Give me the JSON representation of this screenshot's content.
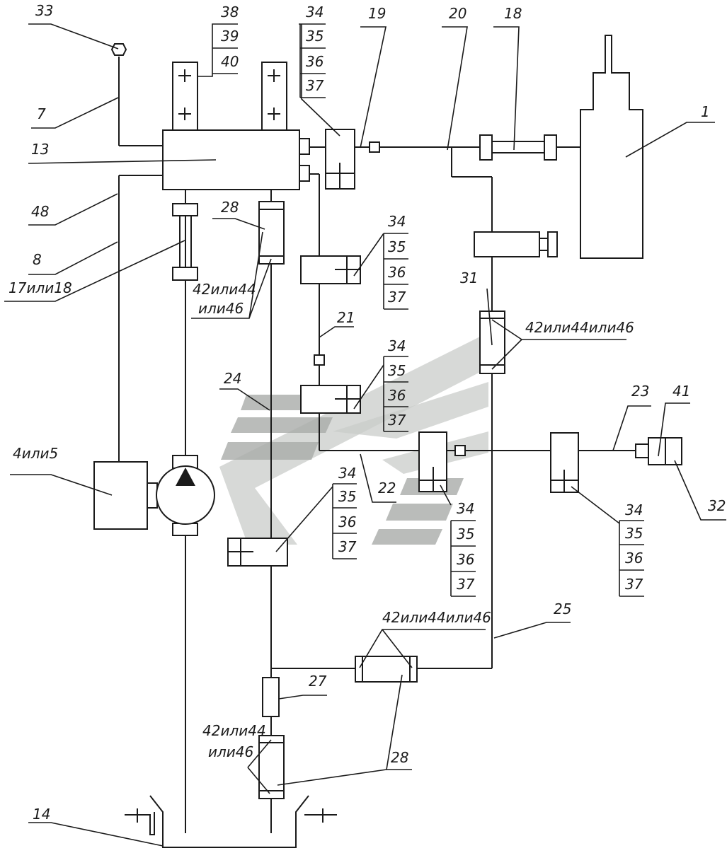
{
  "callouts": {
    "c1": "1",
    "c7": "7",
    "c8": "8",
    "c13": "13",
    "c14": "14",
    "c17": "17или18",
    "c18": "18",
    "c19": "19",
    "c20": "20",
    "c21": "21",
    "c22": "22",
    "c23": "23",
    "c24": "24",
    "c25": "25",
    "c27": "27",
    "c28a": "28",
    "c28b": "28",
    "c31": "31",
    "c32": "32",
    "c33": "33",
    "c41": "41",
    "c48": "48",
    "c4": "4или5",
    "c38": "38",
    "c39": "39",
    "c40": "40",
    "hose1": "42или44",
    "hose1b": "или46",
    "hose2": "42или44или46",
    "hose3": "42или44или46",
    "hose4": "42или44",
    "hose4b": "или46"
  },
  "stack": [
    "34",
    "35",
    "36",
    "37"
  ]
}
